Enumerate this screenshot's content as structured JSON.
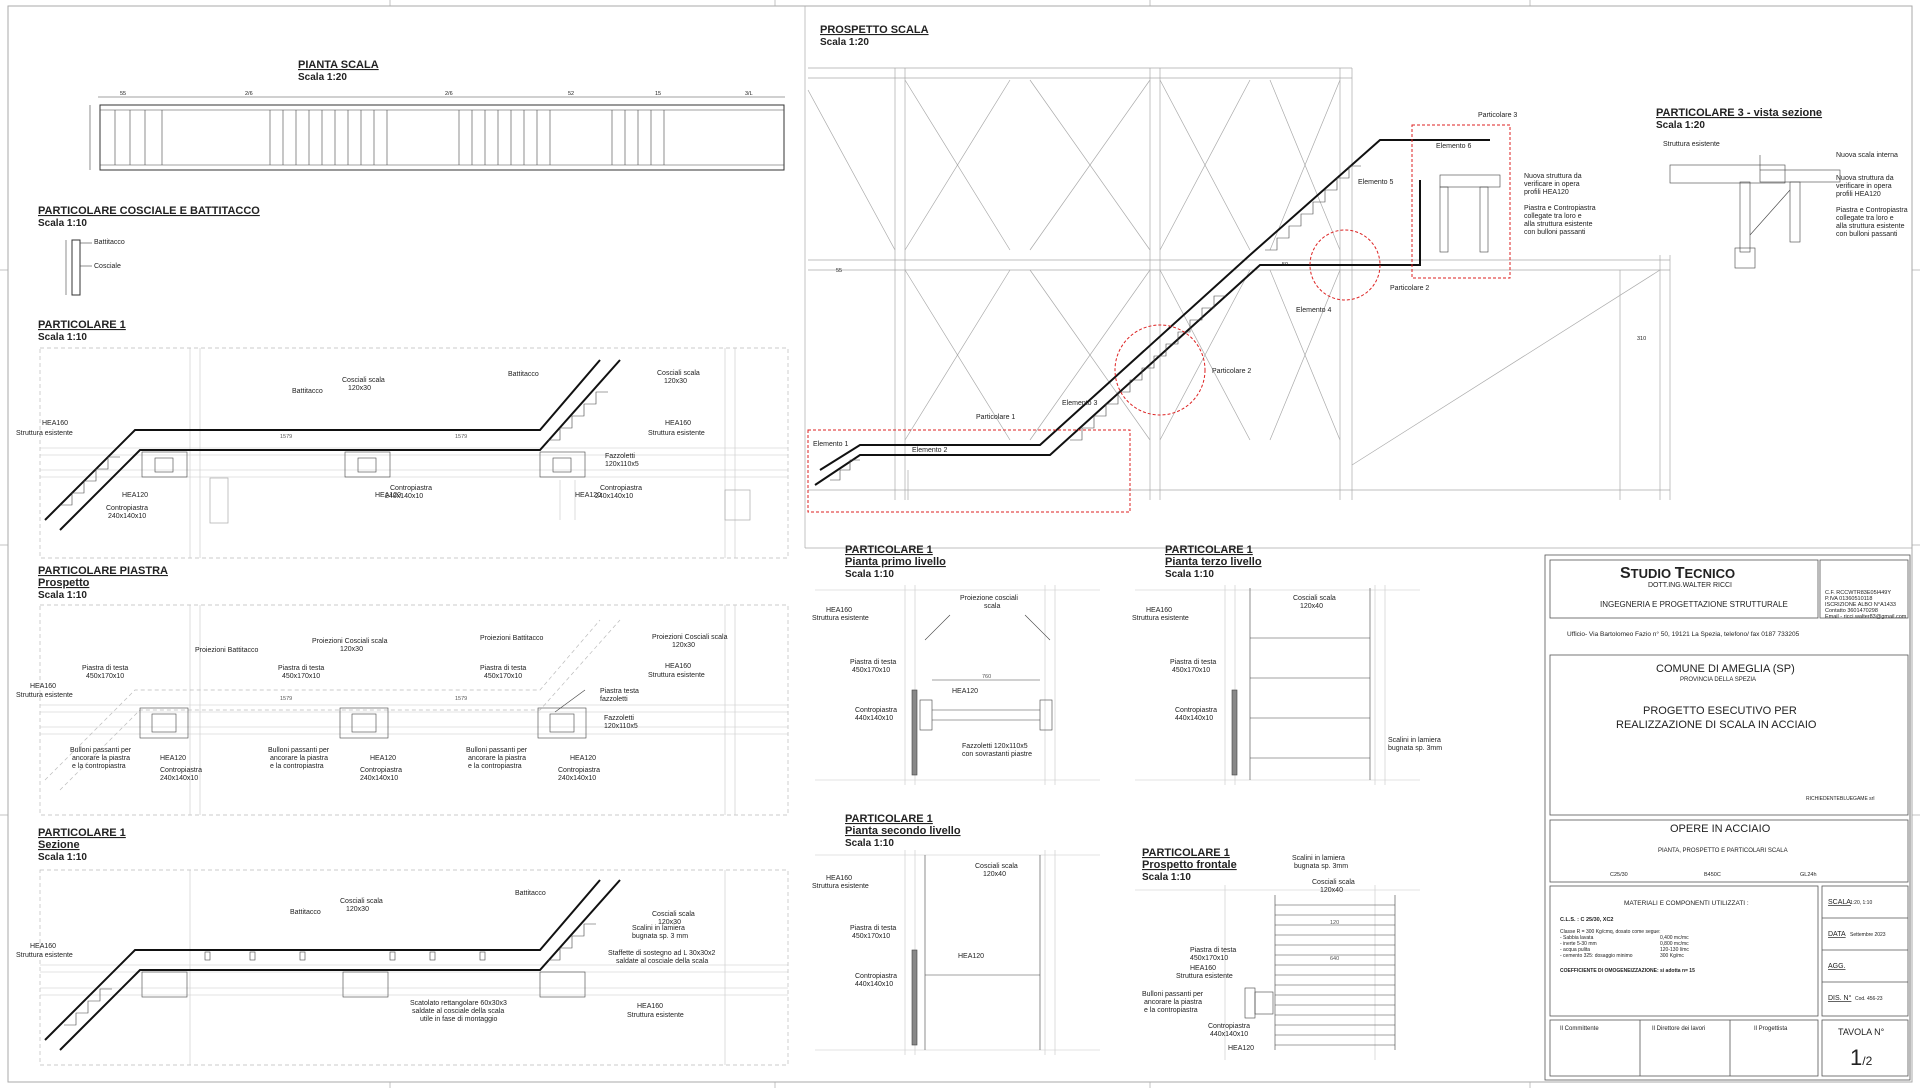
{
  "drawings": {
    "pianta_scala": {
      "title": "PIANTA SCALA",
      "scale": "Scala 1:20",
      "dims": [
        "55",
        "2/6",
        "2/6",
        "52",
        "15",
        "3/L"
      ]
    },
    "cosciale": {
      "title": "PARTICOLARE COSCIALE E BATTITACCO",
      "scale": "Scala 1:10",
      "labels": [
        "Battitacco",
        "Cosciale"
      ]
    },
    "part1": {
      "title": "PARTICOLARE 1",
      "scale": "Scala 1:10",
      "labels": {
        "hea160": "HEA160",
        "struttura": "Struttura esistente",
        "battitacco": "Battitacco",
        "cosciali": "Cosciali scala",
        "cosciali_dim": "120x30",
        "battitacco2": "Battitacco",
        "cosciali2": "Cosciali scala",
        "cosciali2_dim": "120x30",
        "hea160_r": "HEA160",
        "struttura_r": "Struttura esistente",
        "hea120_a": "HEA120",
        "contro_a": "Contropiastra",
        "contro_a_dim": "240x140x10",
        "hea120_b": "HEA120",
        "contro_b": "Contropiastra",
        "contro_b_dim": "240x140x10",
        "fazzoletti": "Fazzoletti",
        "fazzoletti_dim": "120x110x5",
        "hea120_c": "HEA120",
        "contro_c": "Contropiastra",
        "contro_c_dim": "240x140x10",
        "dim1": "1579",
        "dim2": "1579"
      }
    },
    "piastra": {
      "title": "PARTICOLARE PIASTRA",
      "subtitle": "Prospetto",
      "scale": "Scala 1:10",
      "labels": {
        "hea160": "HEA160",
        "struttura": "Struttura esistente",
        "proiezioni_batt": "Proiezioni Battitacco",
        "proiezioni_cosc": "Proiezioni Cosciali scala",
        "proiezioni_cosc_dim": "120x30",
        "proiezioni_batt2": "Proiezioni Battitacco",
        "proiezioni_cosc2": "Proiezioni Cosciali scala",
        "proiezioni_cosc2_dim": "120x30",
        "hea160_r": "HEA160",
        "struttura_r": "Struttura esistente",
        "piastra_a": "Piastra di testa",
        "piastra_a_dim": "450x170x10",
        "piastra_b": "Piastra di testa",
        "piastra_b_dim": "450x170x10",
        "piastra_c": "Piastra di testa",
        "piastra_c_dim": "450x170x10",
        "piastra_faz": "Piastra testa",
        "piastra_faz2": "fazzoletti",
        "fazzoletti": "Fazzoletti",
        "fazzoletti_dim": "120x110x5",
        "bulloni_a": "Bulloni passanti per",
        "bulloni_a2": "ancorare la piastra",
        "bulloni_a3": "e la contropiastra",
        "hea120_a": "HEA120",
        "contro_a": "Contropiastra",
        "contro_a_dim": "240x140x10",
        "bulloni_b": "Bulloni passanti per",
        "bulloni_b2": "ancorare la piastra",
        "bulloni_b3": "e la contropiastra",
        "hea120_b": "HEA120",
        "contro_b": "Contropiastra",
        "contro_b_dim": "240x140x10",
        "bulloni_c": "Bulloni passanti per",
        "bulloni_c2": "ancorare la piastra",
        "bulloni_c3": "e la contropiastra",
        "hea120_c": "HEA120",
        "contro_c": "Contropiastra",
        "contro_c_dim": "240x140x10",
        "dim1": "1579",
        "dim2": "1579"
      }
    },
    "sezione": {
      "title": "PARTICOLARE 1",
      "subtitle": "Sezione",
      "scale": "Scala 1:10",
      "labels": {
        "hea160": "HEA160",
        "struttura": "Struttura esistente",
        "battitacco": "Battitacco",
        "cosciali": "Cosciali scala",
        "cosciali_dim": "120x30",
        "battitacco2": "Battitacco",
        "cosciali2": "Cosciali scala",
        "cosciali2_dim": "120x30",
        "scalini": "Scalini in lamiera",
        "scalini2": "bugnata sp. 3 mm",
        "staffette": "Staffette di sostegno ad L 30x30x2",
        "staffette2": "saldate al cosciale della scala",
        "scatolato": "Scatolato rettangolare 60x30x3",
        "scatolato2": "saldate al cosciale della scala",
        "scatolato3": "utile in fase di montaggio",
        "hea160_r": "HEA160",
        "struttura_r": "Struttura esistente"
      }
    },
    "prospetto": {
      "title": "PROSPETTO SCALA",
      "scale": "Scala 1:20",
      "labels": {
        "part3": "Particolare 3",
        "el6": "Elemento 6",
        "el5": "Elemento 5",
        "el4": "Elemento 4",
        "el3": "Elemento 3",
        "el2": "Elemento 2",
        "el1": "Elemento 1",
        "part2a": "Particolare 2",
        "part2b": "Particolare 2",
        "part1": "Particolare 1",
        "nuova1": "Nuova struttura da",
        "nuova2": "verificare in opera",
        "nuova3": "profili HEA120",
        "piastra1": "Piastra e Contropiastra",
        "piastra2": "collegate tra loro e",
        "piastra3": "alla struttura esistente",
        "piastra4": "con bulloni passanti",
        "dim_a": "55",
        "dim_b": "50",
        "dim_c": "310"
      }
    },
    "part3": {
      "title": "PARTICOLARE 3 - vista sezione",
      "scale": "Scala 1:20",
      "labels": {
        "struttura": "Struttura esistente",
        "nuova_scala": "Nuova scala interna",
        "nuova1": "Nuova struttura da",
        "nuova2": "verificare in opera",
        "nuova3": "profili HEA120",
        "piastra1": "Piastra e Contropiastra",
        "piastra2": "collegate tra loro e",
        "piastra3": "alla struttura esistente",
        "piastra4": "con bulloni passanti"
      }
    },
    "primo": {
      "title": "PARTICOLARE 1",
      "subtitle": "Pianta primo livello",
      "scale": "Scala 1:10",
      "labels": {
        "hea160": "HEA160",
        "struttura": "Struttura esistente",
        "proiezione": "Proiezione cosciali",
        "proiezione2": "scala",
        "piastra": "Piastra di testa",
        "piastra_dim": "450x170x10",
        "hea120": "HEA120",
        "contro": "Contropiastra",
        "contro_dim": "440x140x10",
        "fazzoletti": "Fazzoletti 120x110x5",
        "fazzoletti2": "con sovrastanti piastre",
        "dim": "760"
      }
    },
    "terzo": {
      "title": "PARTICOLARE 1",
      "subtitle": "Pianta terzo livello",
      "scale": "Scala 1:10",
      "labels": {
        "hea160": "HEA160",
        "struttura": "Struttura esistente",
        "cosciali": "Cosciali scala",
        "cosciali_dim": "120x40",
        "piastra": "Piastra di testa",
        "piastra_dim": "450x170x10",
        "contro": "Contropiastra",
        "contro_dim": "440x140x10",
        "scalini": "Scalini in lamiera",
        "scalini2": "bugnata sp. 3mm"
      }
    },
    "secondo": {
      "title": "PARTICOLARE 1",
      "subtitle": "Pianta secondo livello",
      "scale": "Scala 1:10",
      "labels": {
        "hea160": "HEA160",
        "struttura": "Struttura esistente",
        "cosciali": "Cosciali scala",
        "cosciali_dim": "120x40",
        "piastra": "Piastra di testa",
        "piastra_dim": "450x170x10",
        "hea120": "HEA120",
        "contro": "Contropiastra",
        "contro_dim": "440x140x10"
      }
    },
    "frontale": {
      "title": "PARTICOLARE 1",
      "subtitle": "Prospetto frontale",
      "scale": "Scala 1:10",
      "labels": {
        "scalini": "Scalini in lamiera",
        "scalini2": "bugnata sp. 3mm",
        "cosciali": "Cosciali scala",
        "cosciali_dim": "120x40",
        "piastra": "Piastra di testa",
        "piastra_dim": "450x170x10",
        "hea160": "HEA160",
        "struttura": "Struttura esistente",
        "bulloni": "Bulloni passanti per",
        "bulloni2": "ancorare la piastra",
        "bulloni3": "e la contropiastra",
        "contro": "Contropiastra",
        "contro_dim": "440x140x10",
        "hea120": "HEA120",
        "dim1": "120",
        "dim2": "640"
      }
    }
  },
  "title_block": {
    "studio_1": "S",
    "studio_2": "TUDIO ",
    "studio_3": "T",
    "studio_4": "ECNICO",
    "dott": "DOTT.ING.WALTER RICCI",
    "cf": [
      "C.F. RCCWTR83E05I449Y",
      "P.IVA 01360510118",
      "ISCRIZIONE ALBO N°A1433",
      "Contatto 3601470298",
      "Email - ricci.walter83@gmail.com"
    ],
    "ingegneria": "INGEGNERIA E PROGETTAZIONE STRUTTURALE",
    "ufficio": "Ufficio- Via Bartolomeo Fazio n° 50, 19121 La Spezia,  telefono/ fax  0187 733205",
    "comune": "COMUNE DI AMEGLIA (SP)",
    "provincia": "PROVINCIA DELLA SPEZIA",
    "progetto1": "PROGETTO ESECUTIVO PER",
    "progetto2": "REALIZZAZIONE DI SCALA IN ACCIAIO",
    "richiedente_label": "RICHIEDENTE:",
    "richiedente": "BLUEGAME srl",
    "opere": "OPERE IN ACCIAIO",
    "opere_sub": "PIANTA, PROSPETTO E PARTICOLARI SCALA",
    "mat_a": "C25/30",
    "mat_b": "B450C",
    "mat_c": "GL24h",
    "materiali_title": "MATERIALI E COMPONENTI UTILIZZATI :",
    "cls": "C.L.S. : C 25/30, XC2",
    "cls_rows": [
      {
        "a": "Classe R = 300 Kg/cmq, dosato  come segue:",
        "b": ""
      },
      {
        "a": "- Sabbia lavata",
        "b": "0,400 mc/mc"
      },
      {
        "a": "- inerte 5-30 mm",
        "b": "0,800 mc/mc"
      },
      {
        "a": "- acqua pulita",
        "b": "120-130 l/mc"
      },
      {
        "a": "- cemento 325: dosaggio minimo",
        "b": "300 Kg/mc"
      }
    ],
    "coeff": "COEFFICIENTE DI OMOGENEIZZAZIONE: si adotta n= 15",
    "scala_label": "SCALA",
    "scala": "1:20, 1:10",
    "data_label": "DATA",
    "data": "Settembre 2023",
    "agg_label": "AGG.",
    "dis_label": "DIS. N°",
    "dis": "Cod. 456-23",
    "committente": "Il Committente",
    "direttore": "Il Direttore dei lavori",
    "progettista": "Il Progettista",
    "tavola_label": "TAVOLA N°",
    "tavola_num": "1",
    "tavola_den": "/2"
  }
}
